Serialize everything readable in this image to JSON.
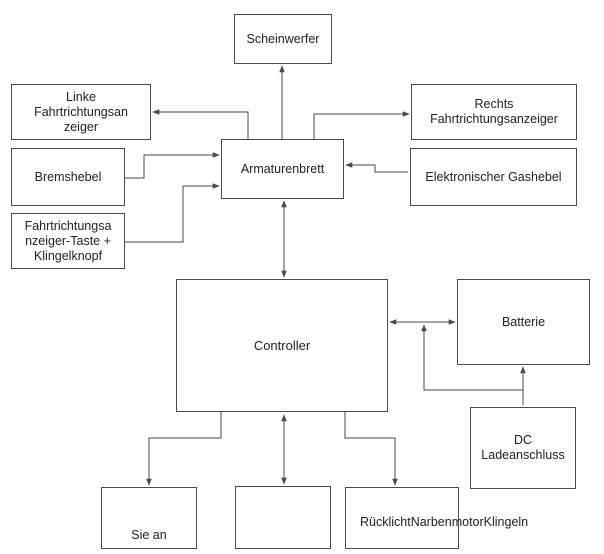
{
  "diagram": {
    "colors": {
      "line": "#4a4a4a",
      "text": "#222222",
      "background": "#ffffff"
    },
    "nodes": {
      "scheinwerfer": "Scheinwerfer",
      "linke_fahrtrichtungsanzeiger": "Linke\nFahrtrichtungsan\nzeiger",
      "rechts_fahrtrichtungsanzeiger": "Rechts\nFahrtrichtungsanzeiger",
      "bremshebel": "Bremshebel",
      "armaturenbrett": "Armaturenbrett",
      "elektronischer_gashebel": "Elektronischer Gashebel",
      "fahrtrichtungsanzeiger_taste": "Fahrtrichtungsa\nnzeiger-Taste +\nKlingelknopf",
      "controller": "Controller",
      "batterie": "Batterie",
      "dc_ladeanschluss": "DC\nLadeanschluss",
      "sie_an": "Sie an",
      "empty_box": "",
      "ruecklicht": "RücklichtNarbenmotorKlingeln"
    },
    "edges": [
      {
        "from": "armaturenbrett",
        "to": "scheinwerfer",
        "direction": "forward"
      },
      {
        "from": "armaturenbrett",
        "to": "linke_fahrtrichtungsanzeiger",
        "direction": "forward"
      },
      {
        "from": "armaturenbrett",
        "to": "rechts_fahrtrichtungsanzeiger",
        "direction": "forward"
      },
      {
        "from": "bremshebel",
        "to": "armaturenbrett",
        "direction": "forward"
      },
      {
        "from": "fahrtrichtungsanzeiger_taste",
        "to": "armaturenbrett",
        "direction": "forward"
      },
      {
        "from": "elektronischer_gashebel",
        "to": "armaturenbrett",
        "direction": "forward"
      },
      {
        "from": "armaturenbrett",
        "to": "controller",
        "direction": "both"
      },
      {
        "from": "controller",
        "to": "batterie",
        "direction": "both"
      },
      {
        "from": "dc_ladeanschluss",
        "to": "batterie",
        "direction": "forward"
      },
      {
        "from": "dc_ladeanschluss",
        "to": "controller_batterie_link",
        "direction": "forward"
      },
      {
        "from": "controller",
        "to": "sie_an",
        "direction": "forward"
      },
      {
        "from": "controller",
        "to": "empty_box",
        "direction": "both"
      },
      {
        "from": "controller",
        "to": "ruecklicht",
        "direction": "forward"
      }
    ]
  }
}
